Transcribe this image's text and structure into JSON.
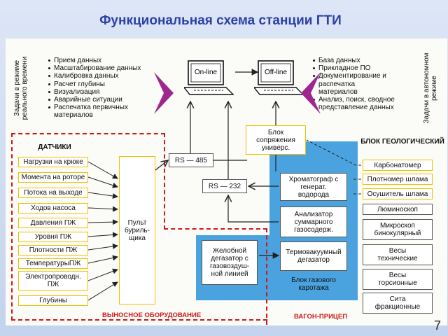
{
  "title": "Функциональная схема станции ГТИ",
  "page_number": "7",
  "realtime_tasks": {
    "label": "Задачи в режиме реального времени",
    "items": [
      "Прием данных",
      "Масштабирование данных",
      "Калибровка данных",
      "Расчет глубины",
      "Визуализация",
      "Аварийные ситуации",
      "Распечатка первичных материалов"
    ]
  },
  "offline_tasks": {
    "label": "Задачи в автономном режиме",
    "items": [
      "База данных",
      "Прикладное ПО",
      "Документирование и распечатка материалов",
      "Анализ, поиск, сводное представление данных"
    ]
  },
  "computers": {
    "online": "On-line",
    "offline": "Off-line"
  },
  "interface_block": "Блок сопряжения универс.",
  "rs485": "RS — 485",
  "rs232": "RS — 232",
  "sensors": {
    "title": "ДАТЧИКИ",
    "items": [
      "Нагрузки на крюке",
      "Момента на роторе",
      "Потока на выходе",
      "Ходов насоса",
      "Давления ПЖ",
      "Уровня ПЖ",
      "Плотности ПЖ",
      "ТемпературыПЖ",
      "Электропроводн. ПЖ",
      "Глубины"
    ]
  },
  "driller_console": "Пульт буриль- щика",
  "gas_block": {
    "chromatograph": "Хроматограф с генерат. водорода",
    "analyzer": "Анализатор суммарного газосодерж.",
    "thermovacuum": "Термовакуумный дегазатор",
    "label": "Блок газового каротажа"
  },
  "degasser": "Желобной дегазатор с газовоздуш- ной линией",
  "geo_block": {
    "title": "БЛОК ГЕОЛОГИЧЕСКИЙ",
    "items": [
      "Карбонатомер",
      "Плотномер шлама",
      "Осушитель шлама",
      "Люминоскоп",
      "Микроскоп бинокулярный",
      "Весы технические",
      "Весы торсионные",
      "Сита фракционные"
    ]
  },
  "captions": {
    "remote": "ВЫНОСНОЕ ОБОРУДОВАНИЕ",
    "trailer": "ВАГОН-ПРИЦЕП"
  },
  "colors": {
    "title": "#2b41a6",
    "chevron": "#a0268f",
    "blue_region": "#4aa3df",
    "red_border": "#d01818",
    "box_border": "#f0c000"
  }
}
